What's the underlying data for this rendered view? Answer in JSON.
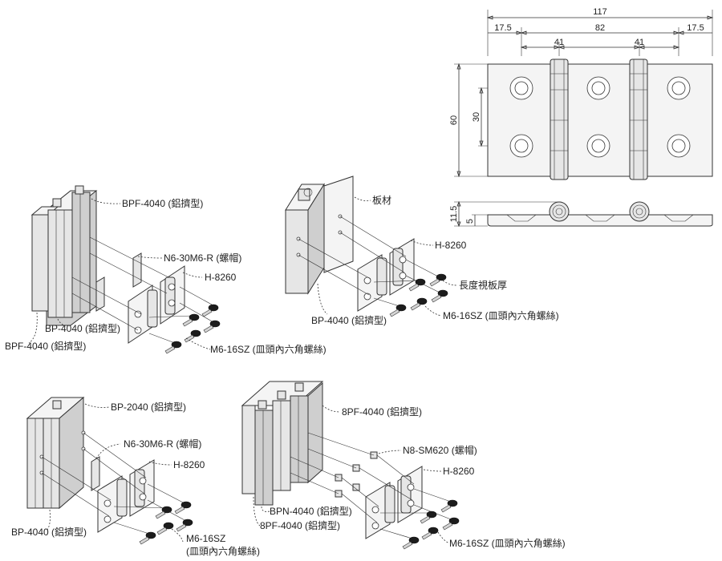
{
  "dimensions": {
    "overall_width": "117",
    "left_margin": "17.5",
    "center_span": "82",
    "right_margin": "17.5",
    "hinge_pitch_left": "41",
    "hinge_pitch_right": "41",
    "height": "60",
    "hole_pitch": "30",
    "side_height": "11.5",
    "side_thickness": "5"
  },
  "assembly_1": {
    "profile_a": "BPF-4040 (鋁擠型)",
    "nut": "N6-30M6-R (螺帽)",
    "hinge": "H-8260",
    "profile_b": "BP-4040 (鋁擠型)",
    "profile_c": "BPF-4040 (鋁擠型)",
    "screw": "M6-16SZ (皿頭內六角螺絲)"
  },
  "assembly_2": {
    "plate": "板材",
    "hinge": "H-8260",
    "length_note": "長度視板厚",
    "profile": "BP-4040 (鋁擠型)",
    "screw": "M6-16SZ (皿頭內六角螺絲)"
  },
  "assembly_3": {
    "profile_a": "BP-2040 (鋁擠型)",
    "nut": "N6-30M6-R (螺帽)",
    "hinge": "H-8260",
    "profile_b": "BP-4040 (鋁擠型)",
    "screw_line1": "M6-16SZ",
    "screw_line2": "(皿頭內六角螺絲)"
  },
  "assembly_4": {
    "profile_a": "8PF-4040 (鋁擠型)",
    "nut": "N8-SM620 (螺帽)",
    "hinge": "H-8260",
    "profile_b": "BPN-4040 (鋁擠型)",
    "profile_c": "8PF-4040 (鋁擠型)",
    "screw": "M6-16SZ (皿頭內六角螺絲)"
  }
}
